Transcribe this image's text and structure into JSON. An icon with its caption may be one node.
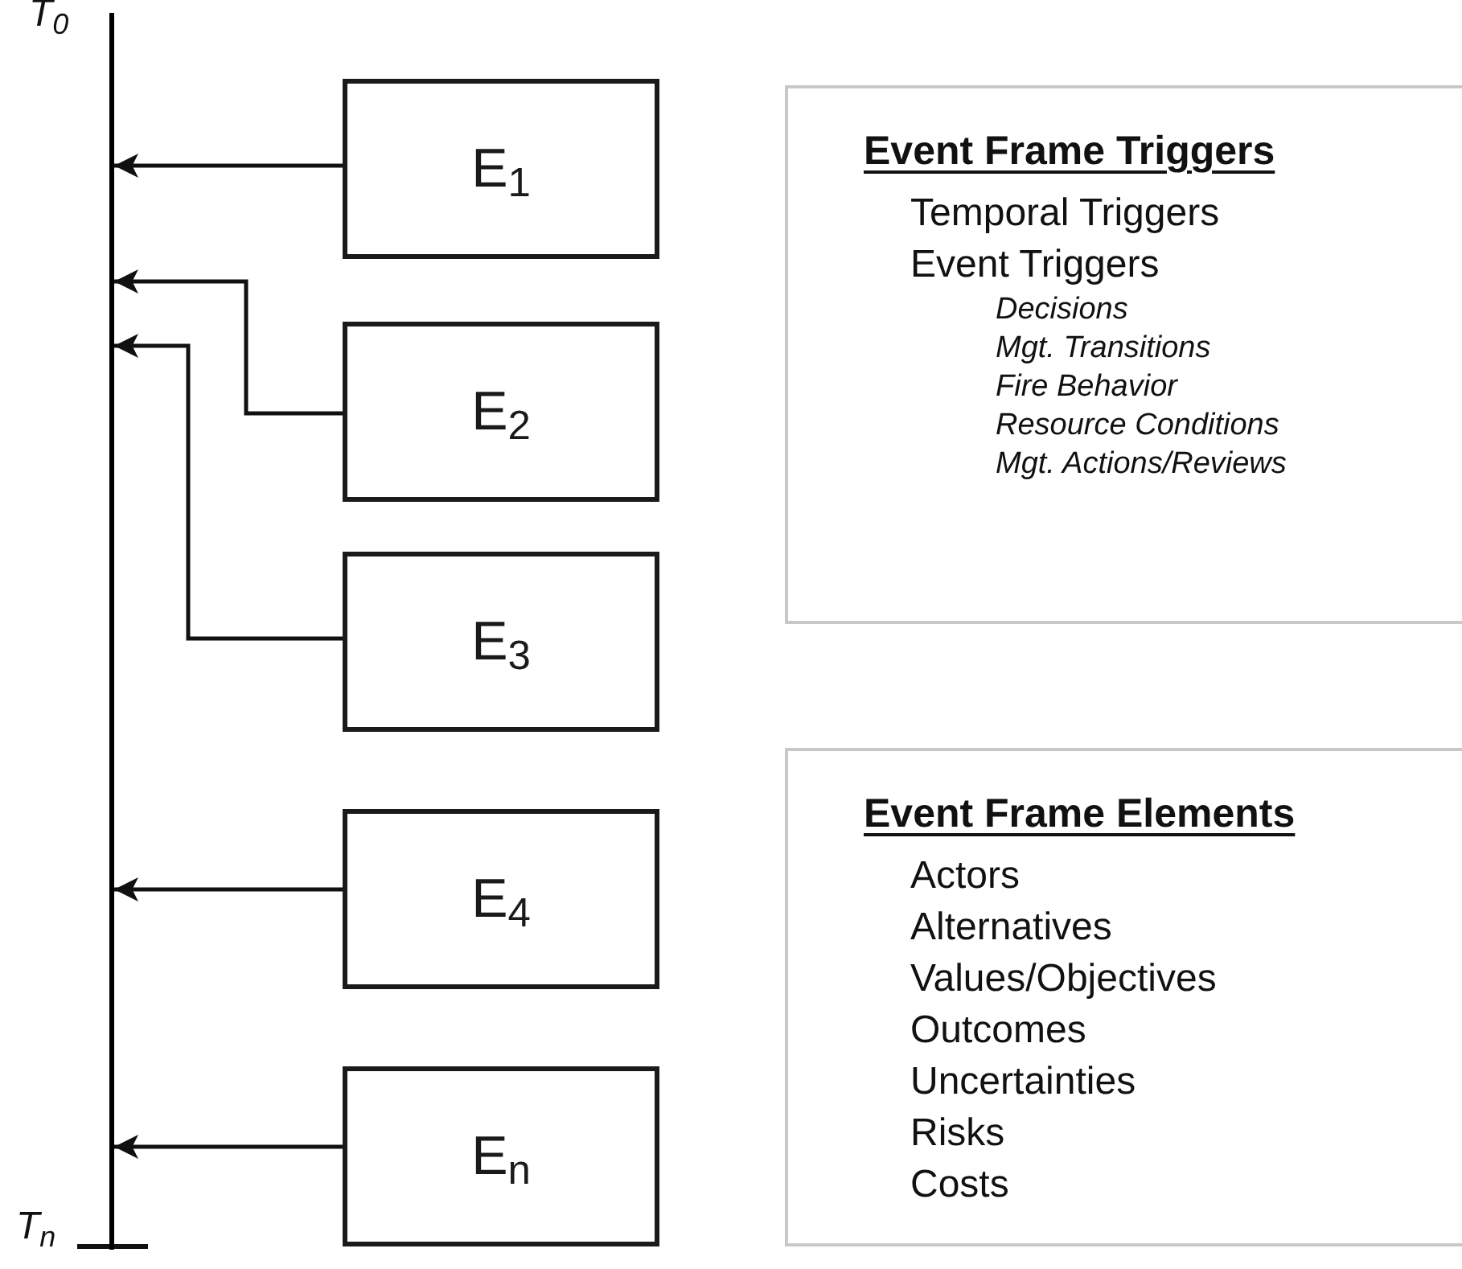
{
  "diagram": {
    "nodes": [
      {
        "text": [],
        "shape": "bar",
        "beside": [
          "T$_{0}$",
          "T$_{n}$"
        ]
      },
      {
        "text": [
          "E$_{1}$"
        ]
      },
      {
        "text": [
          "E$_{2}$"
        ]
      },
      {
        "text": [
          "E$_{3}$"
        ]
      },
      {
        "text": [
          "E$_{4}$"
        ]
      },
      {
        "text": [
          "E$_{n}$"
        ]
      },
      {
        "text": [
          "Event Frame Triggers",
          "Temporal Triggers",
          "Event Triggers",
          "Decisions",
          "Mgt. Transitions",
          "Fire Behavior",
          "Resource Conditions",
          "Mgt. Actions/Reviews"
        ]
      },
      {
        "text": [
          "Event Frame Elements",
          "Actors",
          "Alternatives",
          "Values/Objectives",
          "Outcomes",
          "Uncertainties",
          "Risks",
          "Costs"
        ]
      }
    ],
    "edges": [
      {
        "from": 1,
        "to": 0,
        "arrow": "to"
      },
      {
        "from": 2,
        "to": 0,
        "arrow": "to"
      },
      {
        "from": 3,
        "to": 0,
        "arrow": "to"
      },
      {
        "from": 4,
        "to": 0,
        "arrow": "to"
      },
      {
        "from": 5,
        "to": 0,
        "arrow": "to"
      }
    ]
  }
}
